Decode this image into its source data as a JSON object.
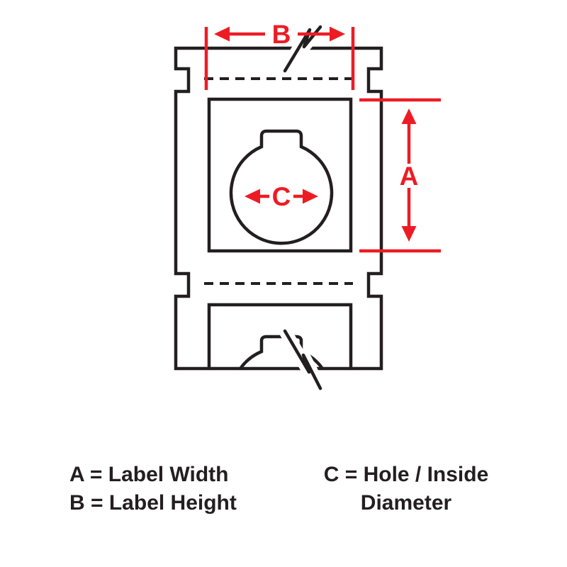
{
  "diagram": {
    "dimensions": {
      "a_label": "A",
      "b_label": "B",
      "c_label": "C"
    },
    "legend": {
      "line_a": "A = Label Width",
      "line_b": "B = Label Height",
      "line_c1": "C = Hole / Inside",
      "line_c2": "Diameter"
    },
    "colors": {
      "dimension_red": "#ED1C24",
      "line_black": "#231F20"
    }
  }
}
